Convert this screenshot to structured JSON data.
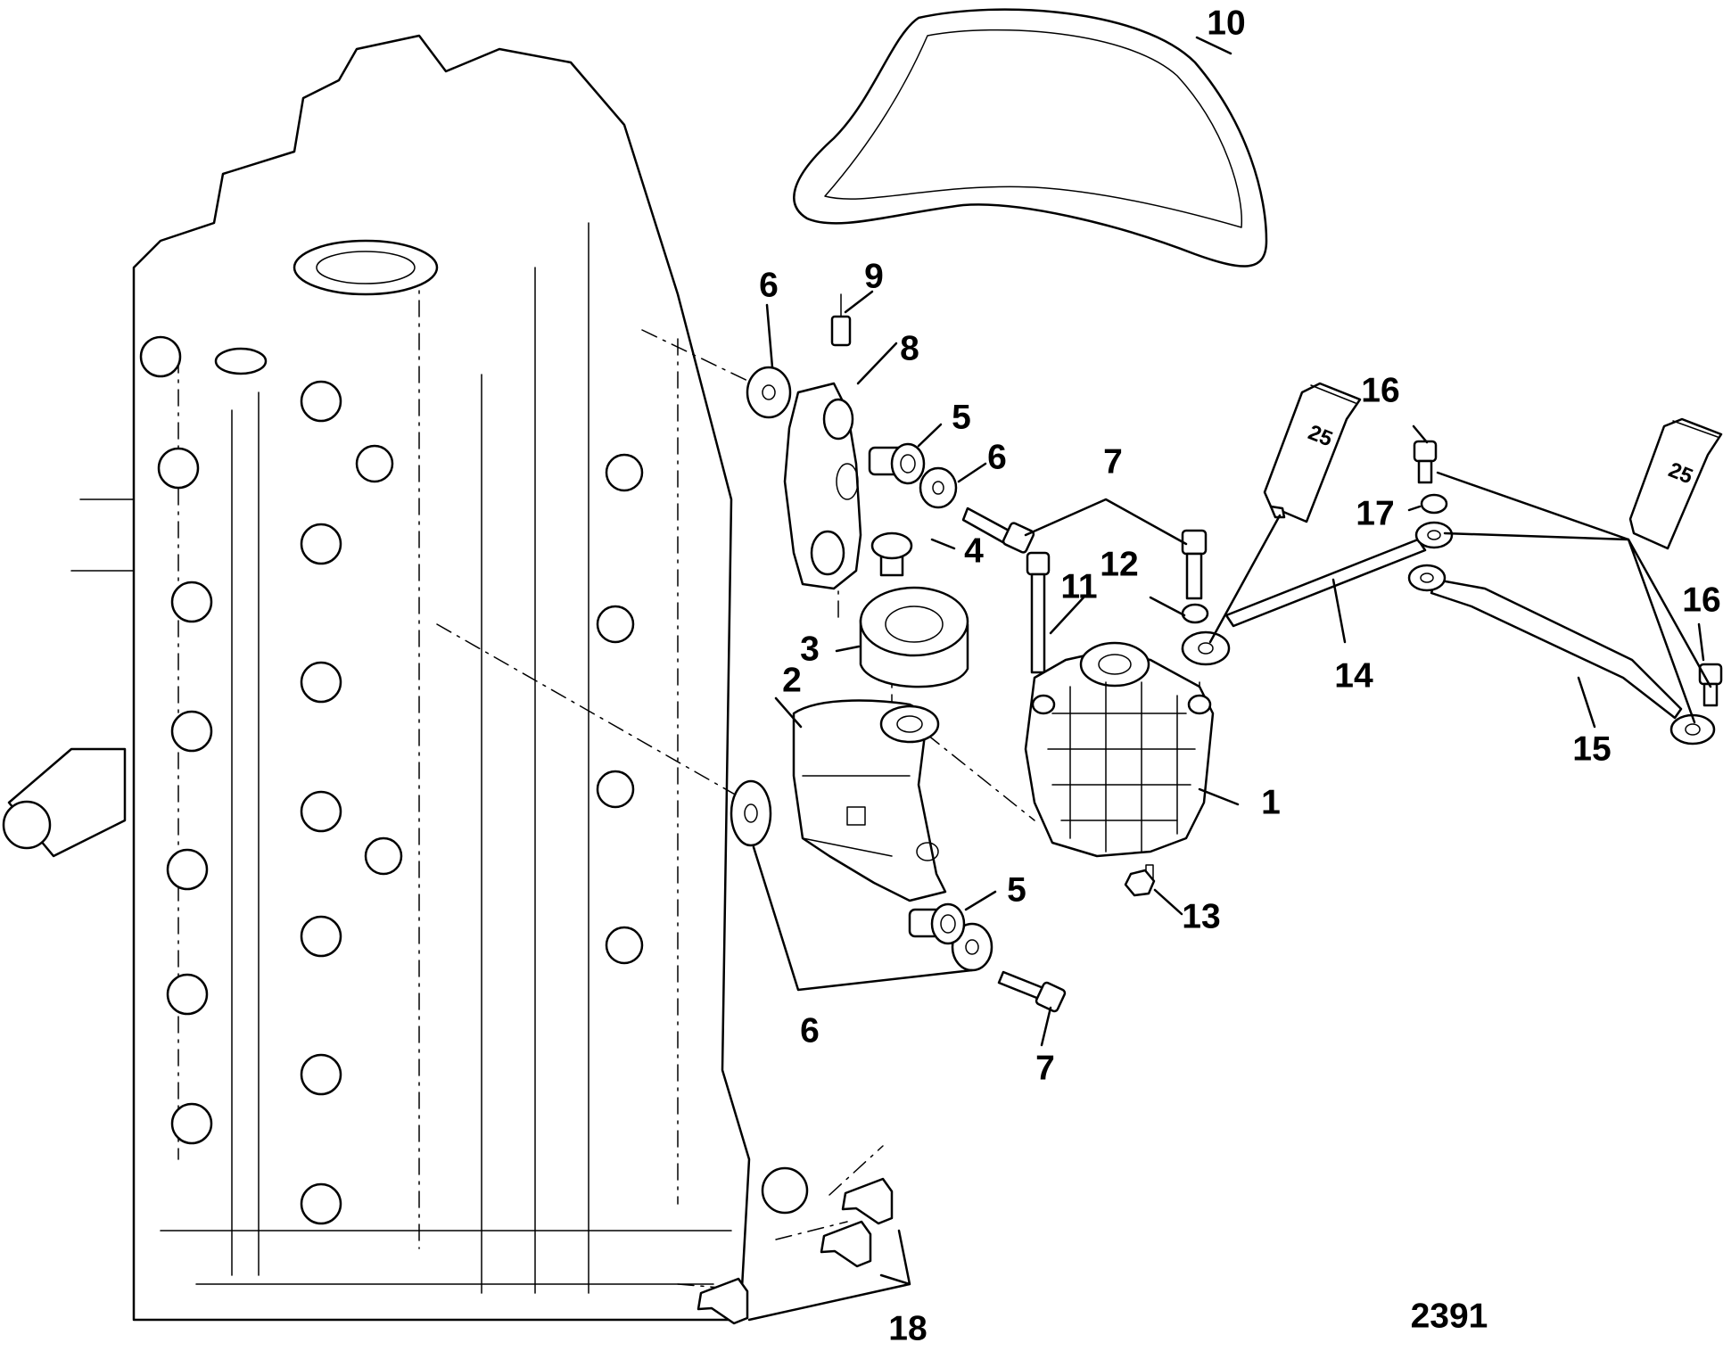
{
  "figure": {
    "id_label": "2391"
  },
  "callouts": {
    "c1": "1",
    "c2": "2",
    "c3": "3",
    "c4": "4",
    "c5a": "5",
    "c5b": "5",
    "c6a": "6",
    "c6b": "6",
    "c6c": "6",
    "c7a": "7",
    "c7b": "7",
    "c8": "8",
    "c9": "9",
    "c10": "10",
    "c11": "11",
    "c12": "12",
    "c13": "13",
    "c14": "14",
    "c15": "15",
    "c16a": "16",
    "c16b": "16",
    "c17": "17",
    "c18": "18"
  },
  "tubes": {
    "left": "25",
    "right": "25"
  },
  "colors": {
    "ink": "#000000",
    "paper": "#ffffff"
  }
}
